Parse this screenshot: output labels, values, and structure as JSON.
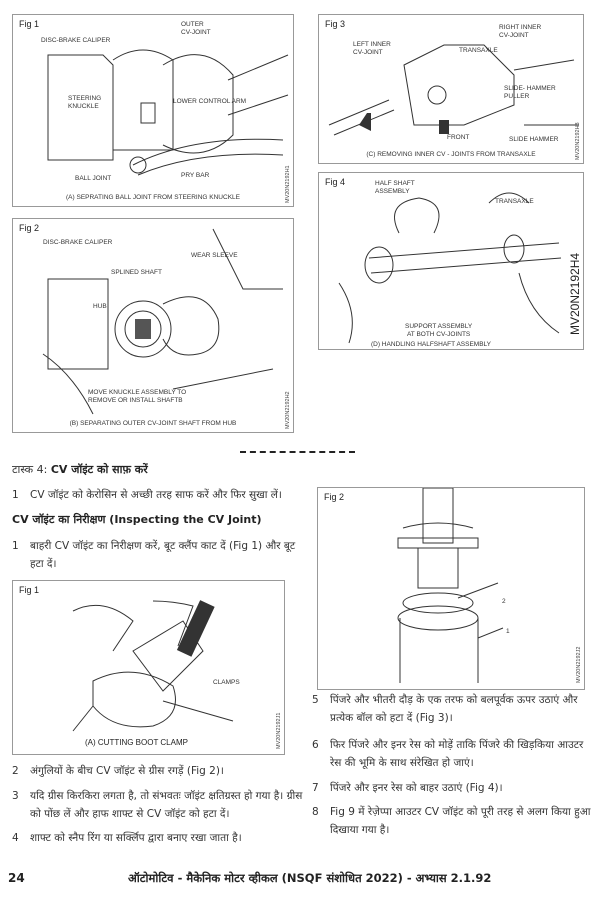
{
  "top_figures": {
    "fig1": {
      "title": "Fig 1",
      "labels": [
        "DISC-BRAKE CALIPER",
        "OUTER\nCV-JOINT",
        "STEERING\nKNUCKLE",
        "LOWER CONTROL ARM",
        "BALL JOINT",
        "PRY BAR"
      ],
      "caption": "(A) SEPRATING BALL JOINT FROM STEERING KNUCKLE",
      "code": "MV20N2192H1"
    },
    "fig2": {
      "title": "Fig 2",
      "labels": [
        "DISC-BRAKE CALIPER",
        "WEAR SLEEVE",
        "SPLINED SHAFT",
        "HUB",
        "MOVE KNUCKLE ASSEMBLY TO\nREMOVE OR INSTALL SHAFTB"
      ],
      "caption": "(B) SEPARATING OUTER CV-JOINT SHAFT FROM HUB",
      "code": "MV20N2192H2"
    },
    "fig3": {
      "title": "Fig 3",
      "labels": [
        "LEFT INNER\nCV-JOINT",
        "TRANSAXLE",
        "RIGHT INNER\nCV-JOINT",
        "SLIDE- HAMMER\nPULLER",
        "FRONT",
        "SLIDE HAMMER"
      ],
      "caption": "(C) REMOVING INNER CV - JOINTS FROM TRANSAXLE",
      "code": "MV20N2192H3"
    },
    "fig4": {
      "title": "Fig 4",
      "labels": [
        "HALF SHAFT\nASSEMBLY",
        "TRANSAXLE",
        "SUPPORT ASSEMBLY\nAT BOTH CV-JOINTS"
      ],
      "caption": "(D) HANDLING HALFSHAFT ASSEMBLY",
      "code": "MV20N2192H4"
    }
  },
  "task": {
    "prefix": "टास्क 4:",
    "title": "CV  जॉइंट को साफ़ करें"
  },
  "task_steps": [
    {
      "n": "1",
      "text": "CV जॉइंट को केरोसिन से अच्छी तरह साफ करें और फिर सुखा लें।"
    }
  ],
  "inspect": {
    "heading": "CV जॉइंट का निरीक्षण (Inspecting the CV Joint)"
  },
  "left_steps": [
    {
      "n": "1",
      "text": "बाहरी CV जॉइंट का निरीक्षण करें, बूट क्लैंप काट दें (Fig 1) और बूट हटा दें।"
    },
    {
      "n": "2",
      "text": "अंगुलियों के बीच CV जॉइंट से ग्रीस रगड़ें (Fig 2)।"
    },
    {
      "n": "3",
      "text": "यदि ग्रीस किरकिरा लगता है, तो संभवतः जॉइंट क्षतिग्रस्त हो गया है। ग्रीस को पोंछ लें और हाफ शाफ्ट से CV जॉइंट को हटा दें।"
    },
    {
      "n": "4",
      "text": "शाफ्ट को स्नैप रिंग या सर्क्लिप द्वारा बनाए रखा जाता है।"
    }
  ],
  "right_steps": [
    {
      "n": "5",
      "text": "पिंजरे और भीतरी दौड़ के एक तरफ को बलपूर्वक ऊपर उठाएं और प्रत्येक बॉल को हटा दें (Fig 3)।"
    },
    {
      "n": "6",
      "text": "फिर पिंजरे और इनर रेस को मोड़ें ताकि पिंजरे की खिड़किया आउटर रेस की भूमि के साथ संरेखित हो जाएं।"
    },
    {
      "n": "7",
      "text": "पिंजरे और इनर रेस को बाहर उठाएं (Fig 4)।"
    },
    {
      "n": "8",
      "text": "Fig 9 में रेज़ेप्पा आउटर CV जॉइंट को पूरी तरह से अलग किया हुआ दिखाया गया है।"
    }
  ],
  "bottom_fig1": {
    "title": "Fig 1",
    "label": "CLAMPS",
    "caption": "(A) CUTTING BOOT CLAMP",
    "code": "MV20N2192J1"
  },
  "bottom_fig2": {
    "title": "Fig 2",
    "labels": [
      "2",
      "1"
    ],
    "code": "MV20N2192J2"
  },
  "footer": {
    "page": "24",
    "title": "ऑटोमोटिव - मैकेनिक मोटर व्हीकल (NSQF संशोधित 2022) - अभ्यास 2.1.92"
  }
}
